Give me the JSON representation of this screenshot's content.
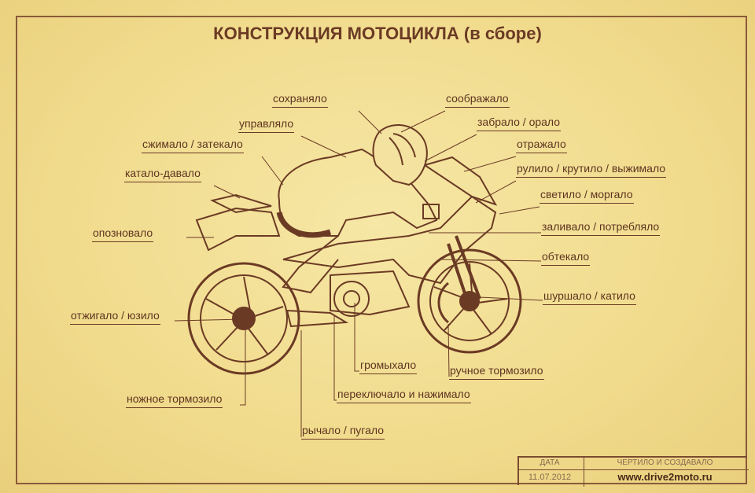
{
  "title": "КОНСТРУКЦИЯ МОТОЦИКЛА (в сборе)",
  "labels": {
    "sohranyalo": "сохраняло",
    "soobrazhalo": "соображало",
    "upravlyalo": "управляло",
    "zabralo": "забрало / орало",
    "szhimalo": "сжимало / затекало",
    "otrazhalo": "отражало",
    "katalo": "катало-давало",
    "rulilo": "рулило / крутило / выжимало",
    "svetilo": "светило / моргало",
    "opoznovalo": "опозновало",
    "zalivalo": "заливало / потребляло",
    "obtekalo": "обтекало",
    "shurshalo": "шуршало / катило",
    "otzhigalo": "отжигало / юзило",
    "gromyhalo": "громыхало",
    "ruchnoe": "ручное тормозило",
    "nozhnoe": "ножное тормозило",
    "pereklyuchalo": "переключало и нажимало",
    "rychalo": "рычало / пугало"
  },
  "stamp": {
    "date_header": "ДАТА",
    "author_header": "ЧЕРТИЛО И СОЗДАВАЛО",
    "date": "11.07.2012",
    "site": "www.drive2moto.ru"
  }
}
